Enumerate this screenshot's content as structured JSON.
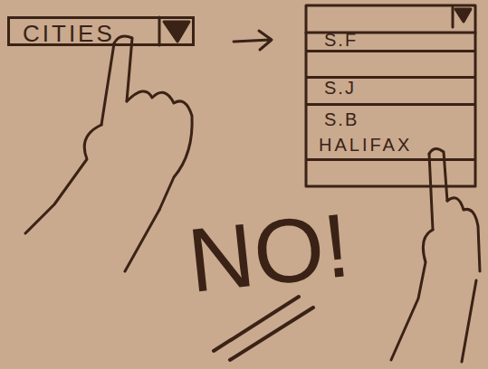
{
  "diagram": {
    "nodes": [
      {
        "text": [
          "CITIES"
        ]
      },
      {
        "text": [
          "S.F"
        ]
      },
      {
        "text": [
          "S.J"
        ]
      },
      {
        "text": [
          "S.B"
        ]
      },
      {
        "text": [
          "HALIFAX"
        ]
      }
    ],
    "labels": [
      "NO!"
    ]
  }
}
